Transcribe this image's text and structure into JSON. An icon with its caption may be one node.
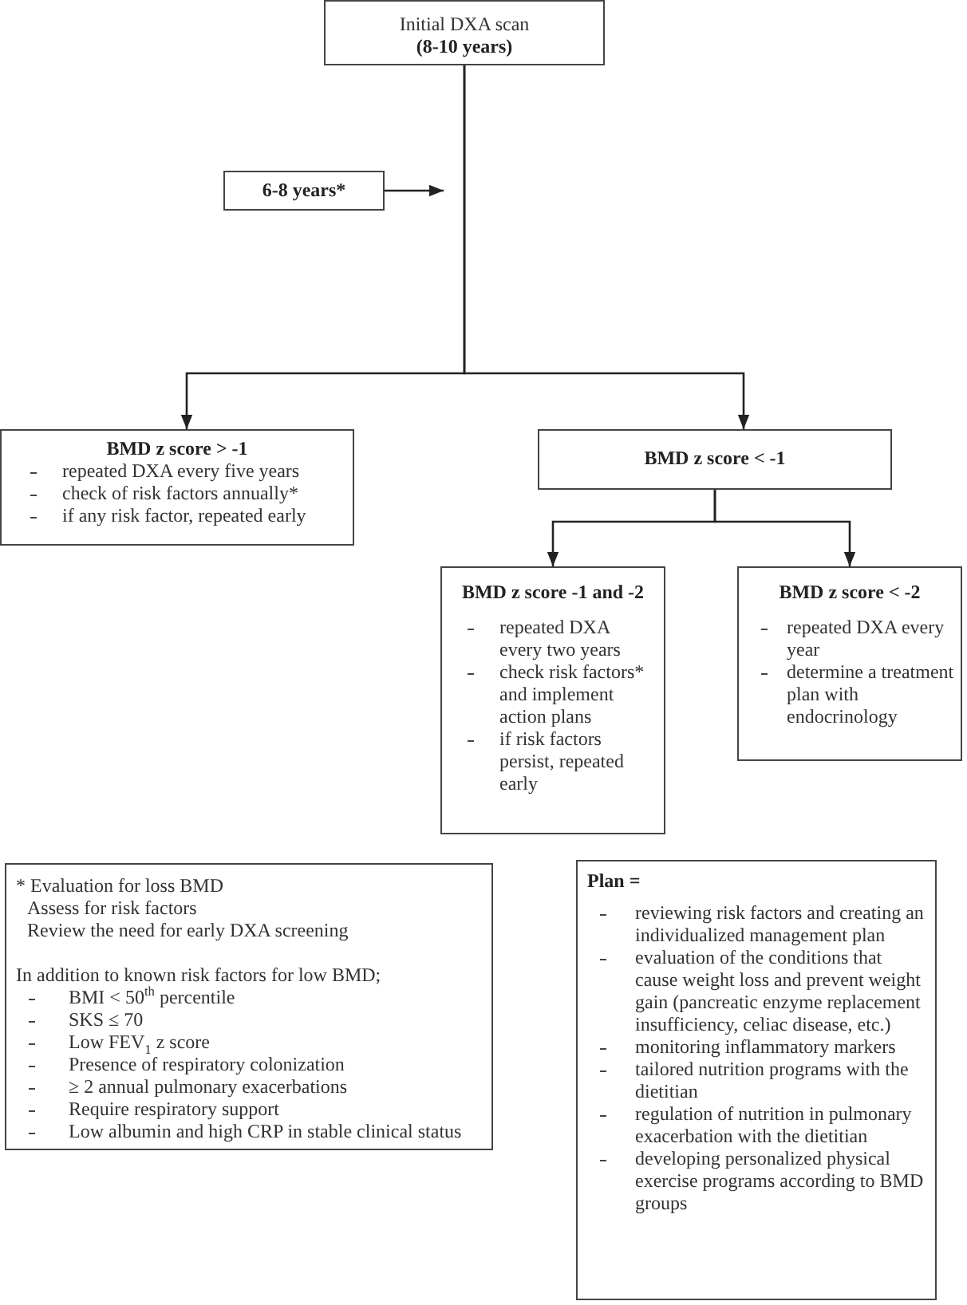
{
  "diagram": {
    "nodes": [
      {
        "text": [
          "Initial DXA scan",
          "(8-10 years)"
        ]
      },
      {
        "text": [
          "6-8 years*"
        ]
      },
      {
        "text": [
          "BMD z score > -1",
          "repeated DXA every five years",
          "check of risk factors annually*",
          "if any risk factor, repeated early"
        ]
      },
      {
        "text": [
          "BMD z score < -1"
        ]
      },
      {
        "text": [
          "BMD z score -1 and -2",
          "repeated DXA every two years",
          "check risk factors* and implement action plans",
          "if risk factors persist, repeated early"
        ]
      },
      {
        "text": [
          "BMD z score < -2",
          "repeated DXA every year",
          "determine a treatment plan with endocrinology"
        ]
      },
      {
        "text": [
          "* Evaluation for loss BMD",
          "Assess for risk factors",
          "Review the need for early DXA screening",
          "In addition to known risk factors for low BMD;",
          "BMI < 50$^{th}$ percentile",
          "SKS ≤ 70",
          "Low FEV$_{1}$ z score",
          "Presence of respiratory colonization",
          "≥ 2 annual pulmonary exacerbations",
          "Require respiratory support",
          "Low albumin and high CRP in stable clinical status"
        ]
      },
      {
        "text": [
          "Plan =",
          "reviewing risk factors and creating an individualized management plan",
          "evaluation of the conditions that cause weight loss and prevent weight gain (pancreatic enzyme replacement insufficiency, celiac disease, etc.)",
          "monitoring inflammatory markers",
          "tailored nutrition programs with the dietitian",
          "regulation of nutrition in pulmonary exacerbation with the dietitian",
          "developing personalized physical exercise programs according to BMD groups"
        ]
      }
    ],
    "edges": [
      {
        "from": 0,
        "to": 2,
        "arrow": "to"
      },
      {
        "from": 0,
        "to": 3,
        "arrow": "to"
      },
      {
        "from": 1,
        "to": null,
        "arrow": "to"
      },
      {
        "from": 3,
        "to": 4,
        "arrow": "to"
      },
      {
        "from": 3,
        "to": 5,
        "arrow": "to"
      }
    ]
  }
}
